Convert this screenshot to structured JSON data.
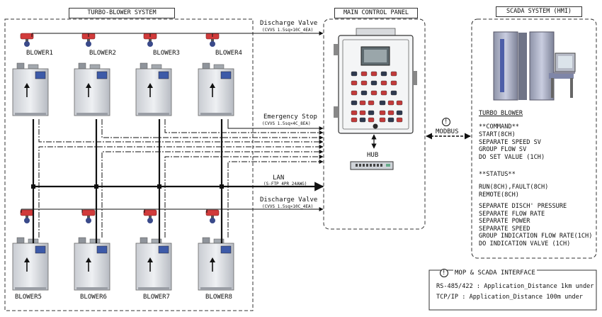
{
  "sections": {
    "turbo_blower_title": "TURBO-BLOWER SYSTEM",
    "main_panel_title": "MAIN CONTROL PANEL",
    "scada_title": "SCADA SYSTEM (HMI)"
  },
  "blowers_top": [
    "BLOWER1",
    "BLOWER2",
    "BLOWER3",
    "BLOWER4"
  ],
  "blowers_bottom": [
    "BLOWER5",
    "BLOWER6",
    "BLOWER7",
    "BLOWER8"
  ],
  "lines": {
    "discharge_top": "Discharge Valve",
    "discharge_top_spec": "(CVVS 1.5sq×10C_4EA)",
    "emergency": "Emergency Stop",
    "emergency_spec": "(CVVS 1.5sq×4C_8EA)",
    "lan": "LAN",
    "lan_spec": "(S-FTP 4PR 24AWG)",
    "discharge_bottom": "Discharge Valve",
    "discharge_bottom_spec": "(CVVS 1.5sq×10C_4EA)",
    "hub": "HUB",
    "modbus": "MODBUS"
  },
  "scada": {
    "heading": "TURBO BLOWER",
    "command_header": "**COMMAND**",
    "commands": [
      "START(8CH)",
      "SEPARATE SPEED SV",
      "GROUP FLOW SV",
      "DO SET VALUE (1CH)"
    ],
    "status_header": "**STATUS**",
    "status_a": [
      "RUN(8CH),FAULT(8CH)",
      "REMOTE(8CH)"
    ],
    "status_b": [
      "SEPARATE DISCH' PRESSURE",
      "SEPARATE FLOW RATE",
      "SEPARATE POWER",
      "SEPARATE SPEED",
      "GROUP INDICATION FLOW RATE(1CH)",
      "DO INDICATION VALVE (1CH)"
    ]
  },
  "interface": {
    "title": "MOP & SCADA INTERFACE",
    "rows": [
      "RS-485/422 : Application_Distance 1km under",
      "TCP/IP : Application_Distance 100m under"
    ]
  },
  "badge_glyph": "!"
}
